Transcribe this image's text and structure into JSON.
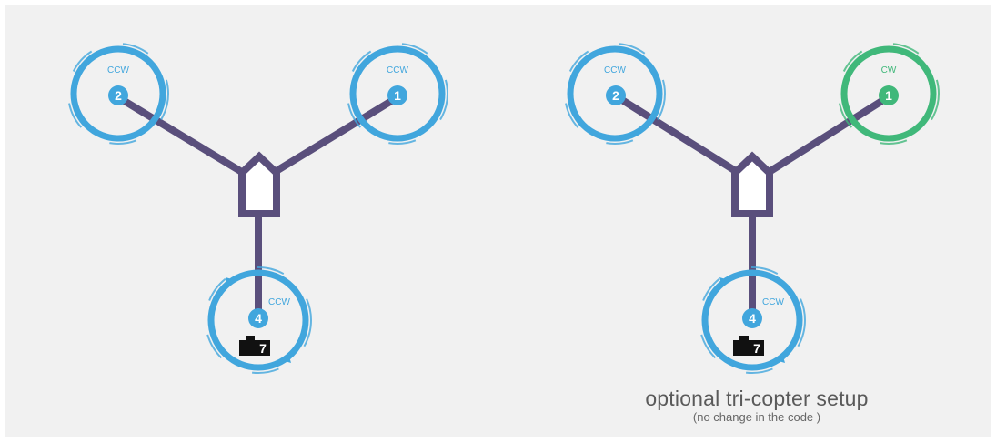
{
  "colors": {
    "background": "#f1f1f1",
    "frame": "#5a4f7c",
    "ccw": "#41a6dd",
    "cw": "#40b87a",
    "servo": "#111111",
    "caption": "#5a5a5a"
  },
  "left_config": {
    "motors": [
      {
        "number": "2",
        "direction": "CCW"
      },
      {
        "number": "1",
        "direction": "CCW"
      },
      {
        "number": "4",
        "direction": "CCW",
        "servo": "7"
      }
    ]
  },
  "right_config": {
    "motors": [
      {
        "number": "2",
        "direction": "CCW"
      },
      {
        "number": "1",
        "direction": "CW"
      },
      {
        "number": "4",
        "direction": "CCW",
        "servo": "7"
      }
    ],
    "caption": "optional tri-copter setup",
    "note": "(no change in the code )"
  }
}
